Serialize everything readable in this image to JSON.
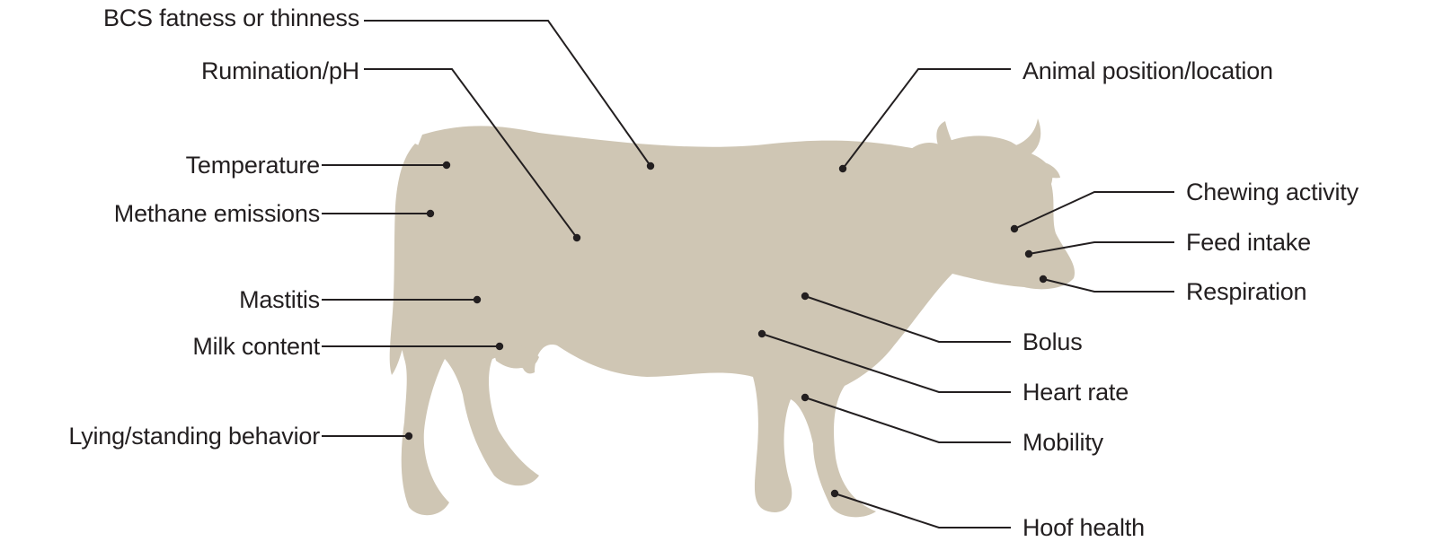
{
  "colors": {
    "silhouette": "#cfc6b4",
    "line": "#231f20",
    "text": "#231f20"
  },
  "left_labels": [
    "BCS fatness or thinness",
    "Rumination/pH",
    "Temperature",
    "Methane emissions",
    "Mastitis",
    "Milk content",
    "Lying/standing behavior"
  ],
  "right_labels": [
    "Animal position/location",
    "Chewing activity",
    "Feed intake",
    "Respiration",
    "Bolus",
    "Heart rate",
    "Mobility",
    "Hoof health"
  ]
}
